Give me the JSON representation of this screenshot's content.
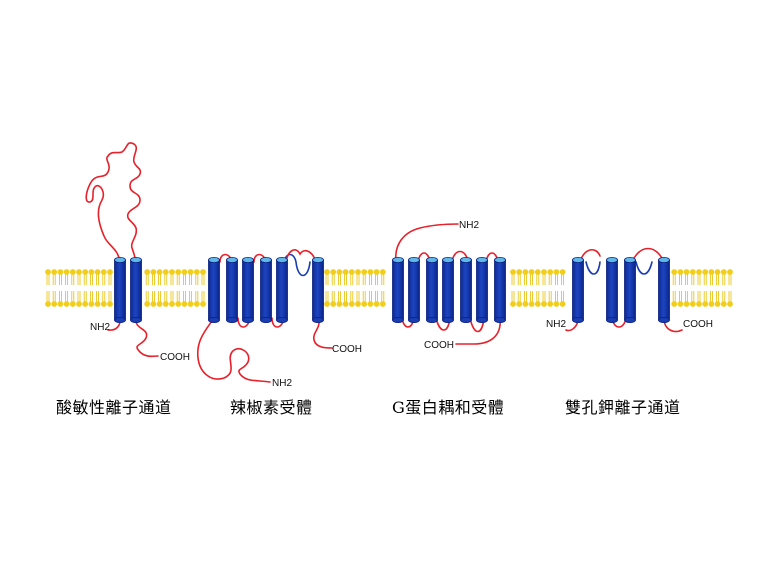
{
  "colors": {
    "membrane_head": "#F2CE1C",
    "membrane_tail": "#E8C000",
    "helix_fill": "#1A3DB2",
    "helix_edge": "#0A2080",
    "helix_cap": "#5FB8E8",
    "loop_red": "#E8202A",
    "loop_blue": "#1A3DB2",
    "text": "#000000"
  },
  "proteins": [
    {
      "id": "asic",
      "caption": "酸敏性離子通道",
      "helix_count": 2,
      "termini": {
        "n_label": "NH2",
        "c_label": "COOH"
      }
    },
    {
      "id": "trpv1",
      "caption": "辣椒素受體",
      "helix_count": 6,
      "pore_loop": "blue",
      "termini": {
        "n_label": "NH2",
        "c_label": "COOH"
      }
    },
    {
      "id": "gpcr",
      "caption": "G蛋白耦和受體",
      "helix_count": 7,
      "termini": {
        "n_label": "NH2",
        "c_label": "COOH"
      }
    },
    {
      "id": "k2p",
      "caption": "雙孔鉀離子通道",
      "helix_count": 4,
      "pore_loops": 2,
      "termini": {
        "n_label": "NH2",
        "c_label": "COOH"
      }
    }
  ]
}
